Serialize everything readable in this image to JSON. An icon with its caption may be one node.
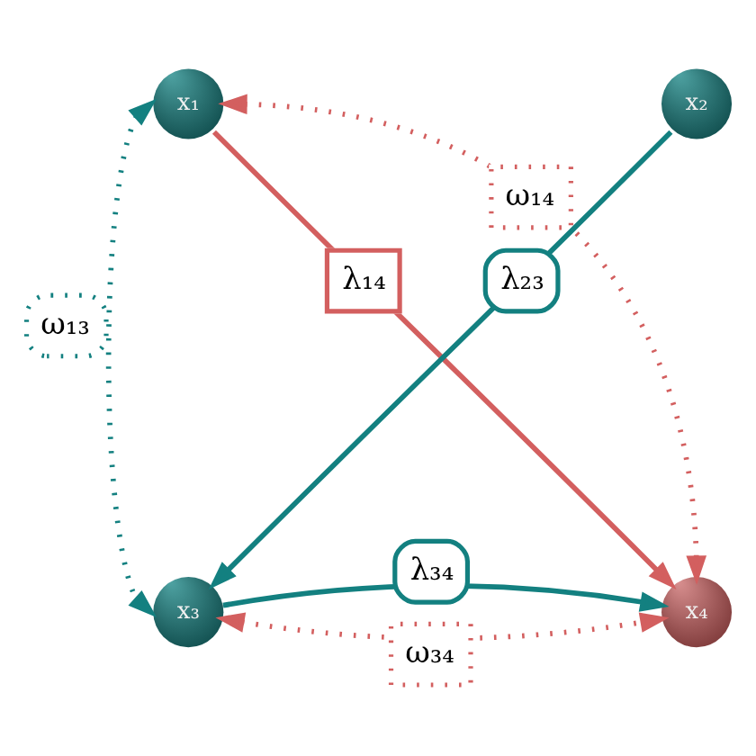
{
  "diagram": {
    "nodes": [
      {
        "text": [
          "x₁"
        ]
      },
      {
        "text": [
          "x₂"
        ]
      },
      {
        "text": [
          "x₃"
        ]
      },
      {
        "text": [
          "x₄"
        ]
      }
    ],
    "edges": [
      {
        "from": 0,
        "to": 2,
        "arrow": "both",
        "label": "ω₁₃",
        "style": "dashed",
        "color": "#138080"
      },
      {
        "from": 0,
        "to": 3,
        "arrow": "to",
        "label": "λ₁₄",
        "color": "#d35f5f"
      },
      {
        "from": 0,
        "to": 3,
        "arrow": "both",
        "label": "ω₁₄",
        "style": "dashed",
        "color": "#d35f5f"
      },
      {
        "from": 1,
        "to": 2,
        "arrow": "to",
        "label": "λ₂₃",
        "color": "#138080"
      },
      {
        "from": 2,
        "to": 3,
        "arrow": "both",
        "label": "ω₃₄",
        "style": "dashed",
        "color": "#d35f5f"
      },
      {
        "from": 2,
        "to": 3,
        "arrow": "to",
        "label": "λ₃₄",
        "color": "#138080"
      }
    ]
  }
}
